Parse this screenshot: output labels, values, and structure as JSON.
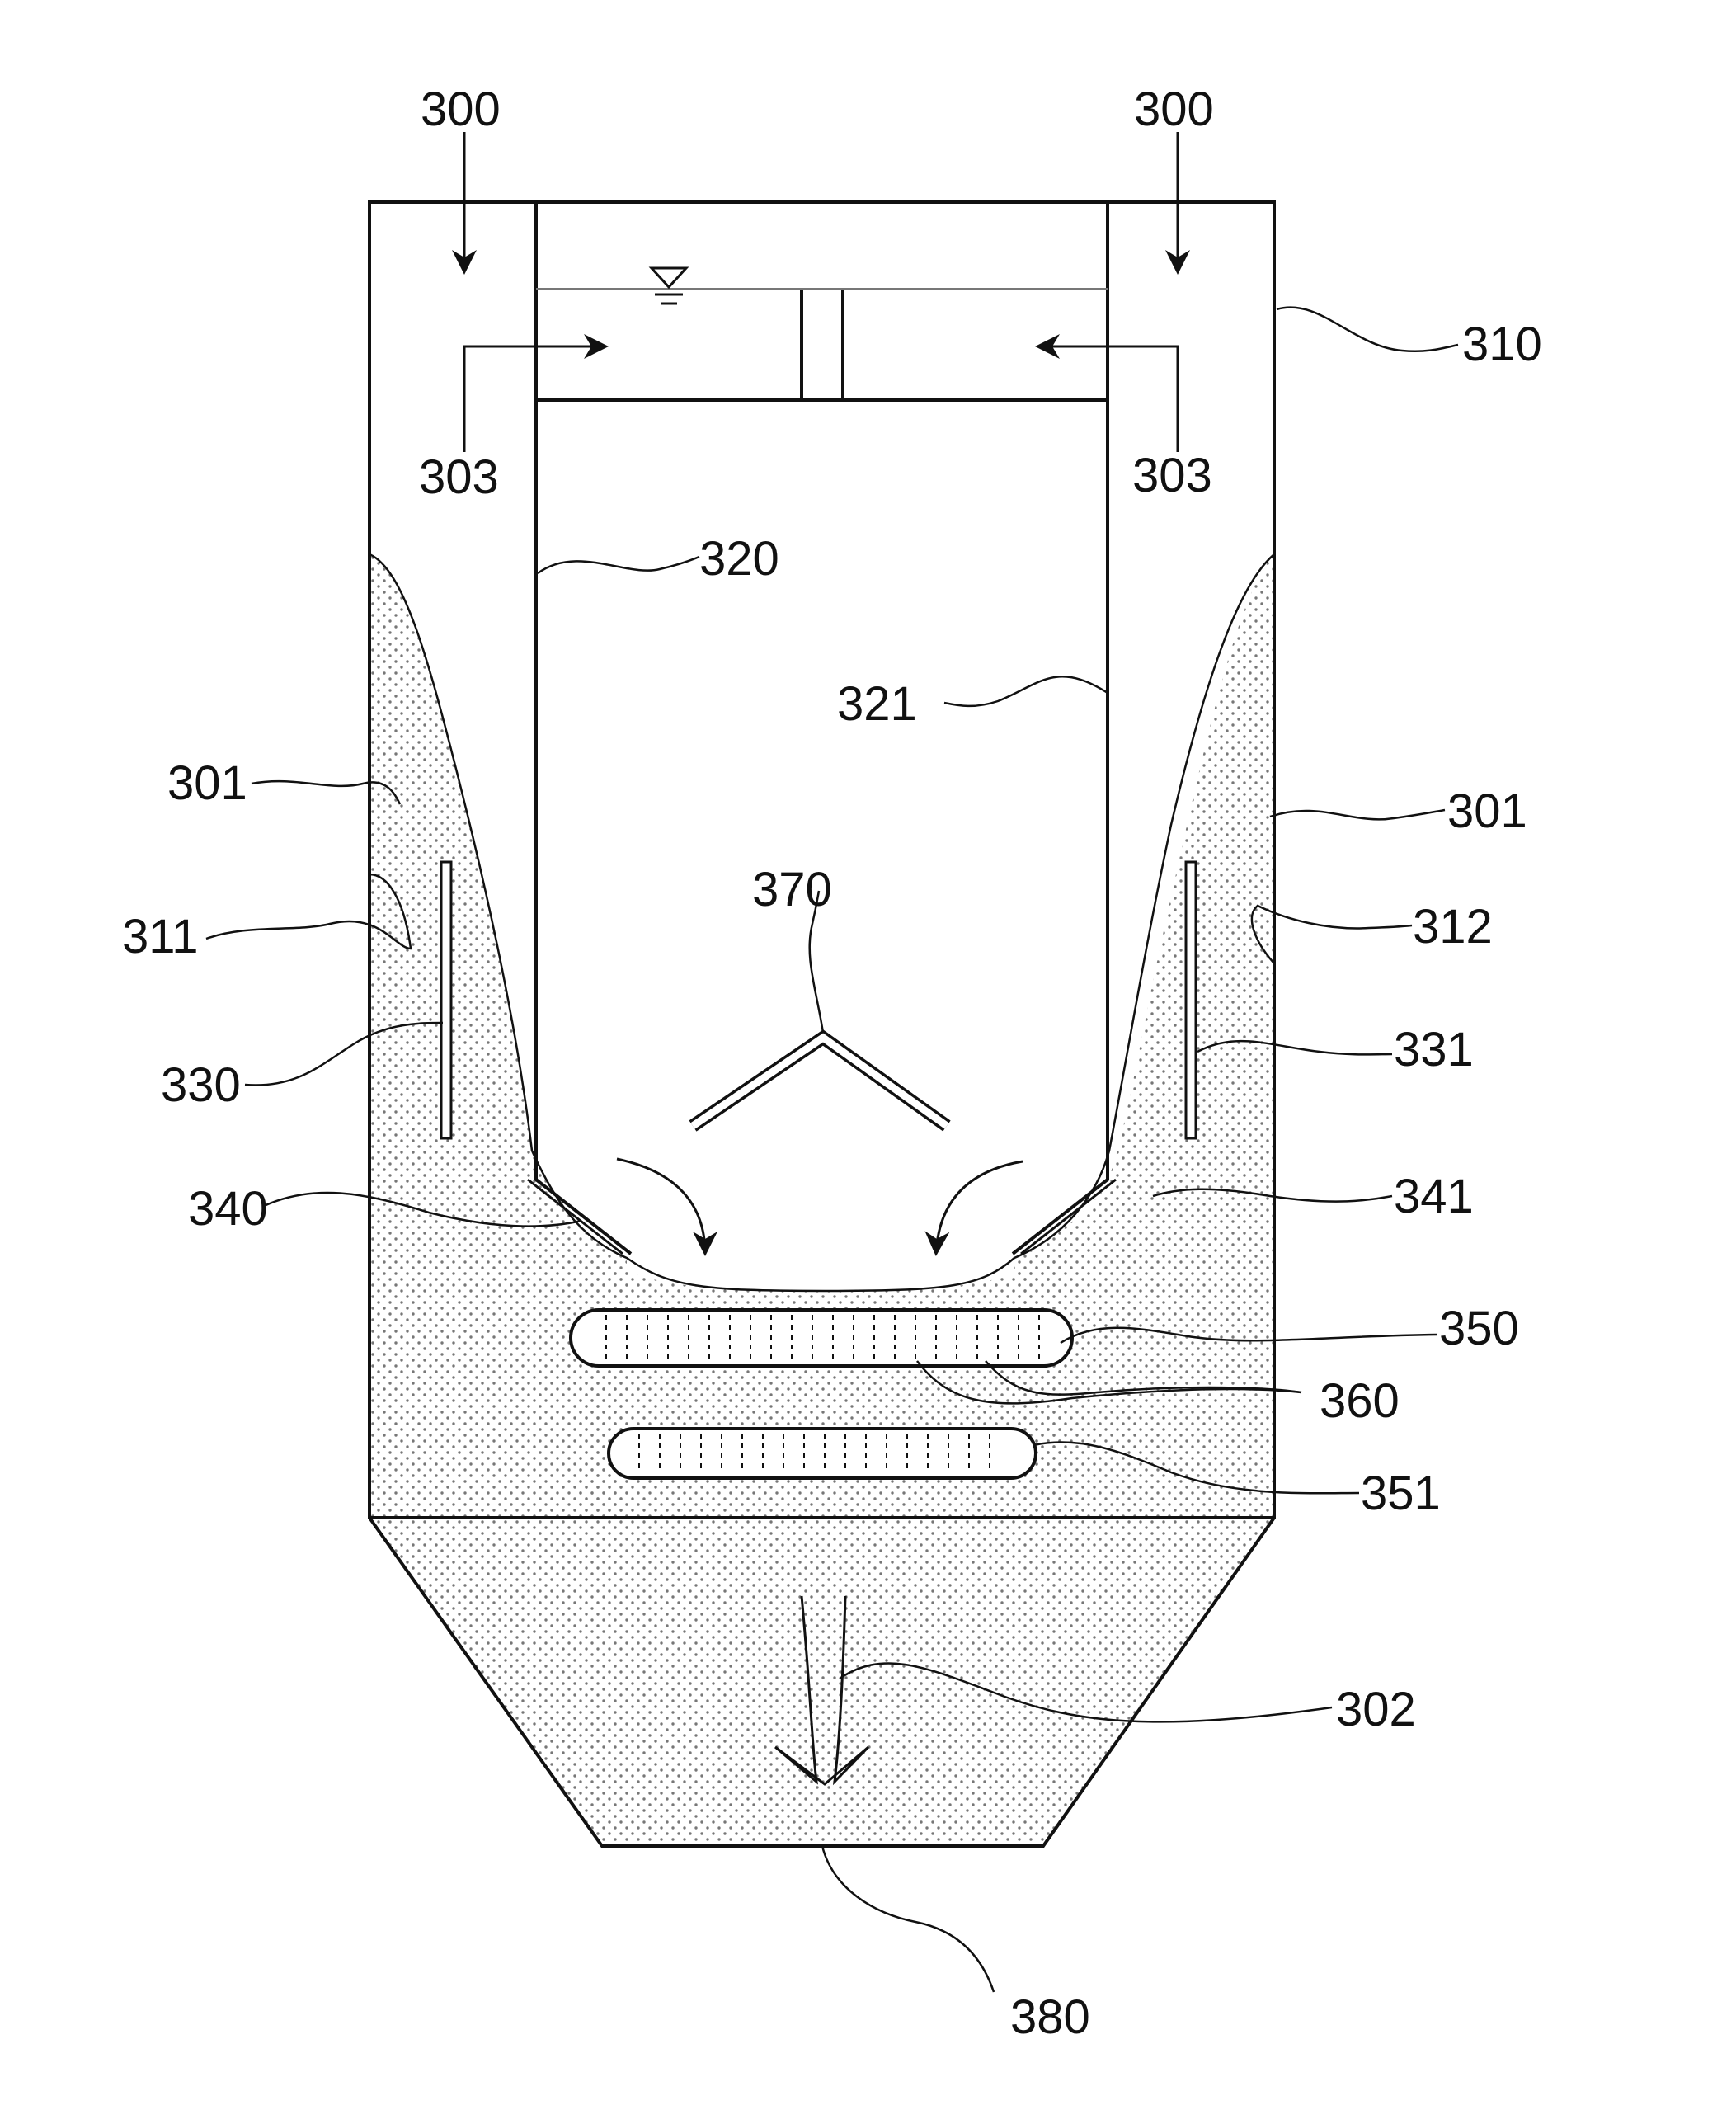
{
  "labels": {
    "inlet_left": "300",
    "inlet_right": "300",
    "outer_wall": "310",
    "flow_left": "303",
    "flow_right": "303",
    "inner_wall_left": "320",
    "inner_wall_right": "321",
    "sludge_left": "301",
    "sludge_right": "301",
    "wall_surface_left": "311",
    "wall_surface_right": "312",
    "baffle_left": "330",
    "baffle_right": "331",
    "deflector": "370",
    "guide_left": "340",
    "guide_right": "341",
    "pipe_upper": "350",
    "nozzles": "360",
    "pipe_lower": "351",
    "discharge_flow": "302",
    "outlet": "380"
  }
}
